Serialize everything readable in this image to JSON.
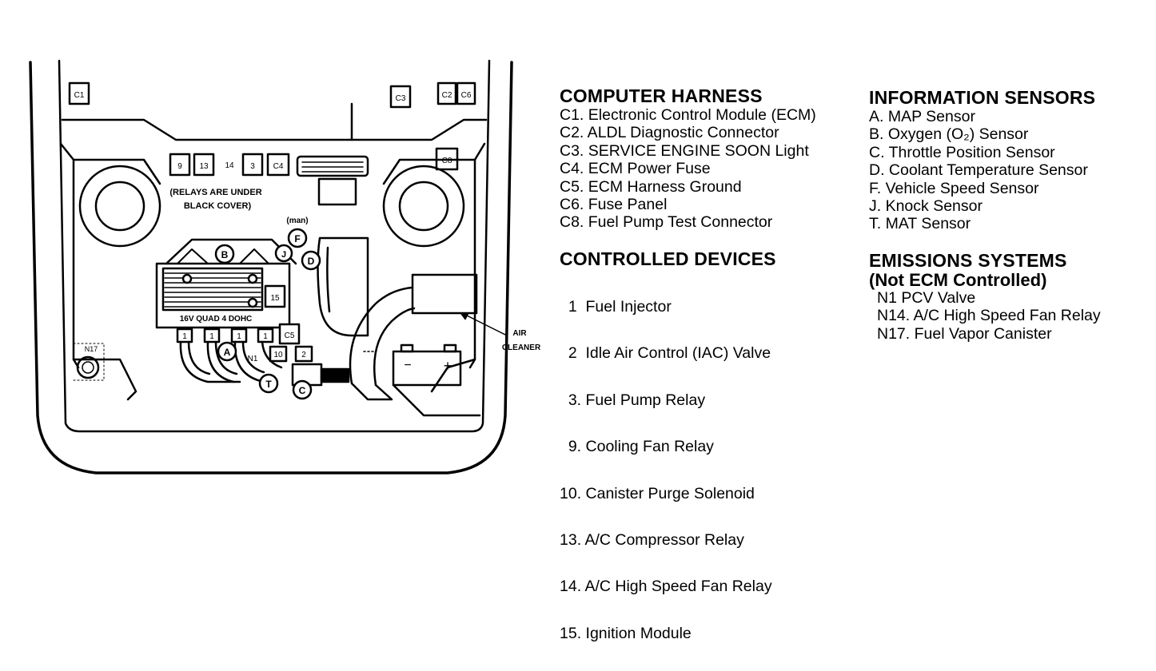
{
  "diagram": {
    "labels": {
      "c1": "C1",
      "c3": "C3",
      "c2": "C2",
      "c6": "C6",
      "c8": "C8",
      "c4": "C4",
      "c5": "C5",
      "relay9": "9",
      "relay13": "13",
      "relay14": "14",
      "relay3": "3",
      "relay_note_1": "(RELAYS ARE UNDER",
      "relay_note_2": "BLACK COVER)",
      "man": "(man)",
      "sensor_f": "F",
      "sensor_j": "J",
      "sensor_d": "D",
      "sensor_b": "B",
      "sensor_a": "A",
      "sensor_t": "T",
      "sensor_c": "C",
      "n1": "N1",
      "n17": "N17",
      "module_15": "15",
      "engine_label": "16V QUAD 4 DOHC",
      "inj1a": "1",
      "inj1b": "1",
      "inj1c": "1",
      "inj1d": "1",
      "inj10": "10",
      "inj2": "2",
      "battery_minus": "−",
      "battery_plus": "+",
      "air_cleaner_1": "AIR",
      "air_cleaner_2": "CLEANER"
    }
  },
  "computer_harness": {
    "title": "COMPUTER HARNESS",
    "items": [
      "C1. Electronic Control Module (ECM)",
      "C2. ALDL Diagnostic Connector",
      "C3. SERVICE ENGINE SOON Light",
      "C4. ECM Power Fuse",
      "C5. ECM Harness Ground",
      "C6. Fuse Panel",
      "C8. Fuel Pump Test Connector"
    ]
  },
  "controlled_devices": {
    "title": "CONTROLLED DEVICES",
    "items": [
      "  1  Fuel Injector",
      "  2  Idle Air Control (IAC) Valve",
      "  3. Fuel Pump Relay",
      "  9. Cooling Fan Relay",
      "10. Canister Purge Solenoid",
      "13. A/C Compressor Relay",
      "14. A/C High Speed Fan Relay",
      "15. Ignition Module"
    ]
  },
  "information_sensors": {
    "title": "INFORMATION SENSORS",
    "items": [
      "A. MAP Sensor",
      "B. Oxygen (O₂) Sensor",
      "C. Throttle Position Sensor",
      "D. Coolant Temperature Sensor",
      "F. Vehicle Speed Sensor",
      "J. Knock Sensor",
      "T. MAT Sensor"
    ]
  },
  "emissions_systems": {
    "title": "EMISSIONS SYSTEMS",
    "subtitle": "(Not ECM Controlled)",
    "items": [
      "N1  PCV Valve",
      "N14. A/C High Speed Fan Relay",
      "N17. Fuel Vapor Canister"
    ]
  }
}
